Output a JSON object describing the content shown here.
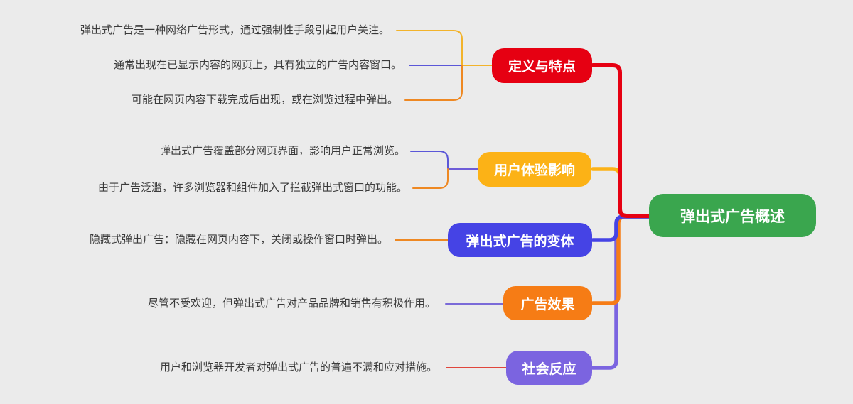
{
  "canvas": {
    "background": "#ebebeb"
  },
  "root": {
    "label": "弹出式广告概述",
    "color": "#3aa64e",
    "text_color": "#ffffff"
  },
  "branches": [
    {
      "label": "定义与特点",
      "color": "#e60012",
      "junction_line": "#f2b32b",
      "leaves": [
        {
          "text": "弹出式广告是一种网络广告形式，通过强制性手段引起用户关注。",
          "line": "#f2b32b"
        },
        {
          "text": "通常出现在已显示内容的网页上，具有独立的广告内容窗口。",
          "line": "#5b57d8"
        },
        {
          "text": "可能在网页内容下载完成后出现，或在浏览过程中弹出。",
          "line": "#ee8822"
        }
      ]
    },
    {
      "label": "用户体验影响",
      "color": "#fcb216",
      "junction_line": "#6e5cd8",
      "leaves": [
        {
          "text": "弹出式广告覆盖部分网页界面，影响用户正常浏览。",
          "line": "#5b57d8"
        },
        {
          "text": "由于广告泛滥，许多浏览器和组件加入了拦截弹出式窗口的功能。",
          "line": "#ee8822"
        }
      ]
    },
    {
      "label": "弹出式广告的变体",
      "color": "#4543e5",
      "leaves": [
        {
          "text": "隐藏式弹出广告：隐藏在网页内容下，关闭或操作窗口时弹出。",
          "line": "#ee8822"
        }
      ]
    },
    {
      "label": "广告效果",
      "color": "#f67c15",
      "leaves": [
        {
          "text": "尽管不受欢迎，但弹出式广告对产品品牌和销售有积极作用。",
          "line": "#7a6ad8"
        }
      ]
    },
    {
      "label": "社会反应",
      "color": "#7b64e0",
      "leaves": [
        {
          "text": "用户和浏览器开发者对弹出式广告的普遍不满和应对措施。",
          "line": "#e0463c"
        }
      ]
    }
  ]
}
